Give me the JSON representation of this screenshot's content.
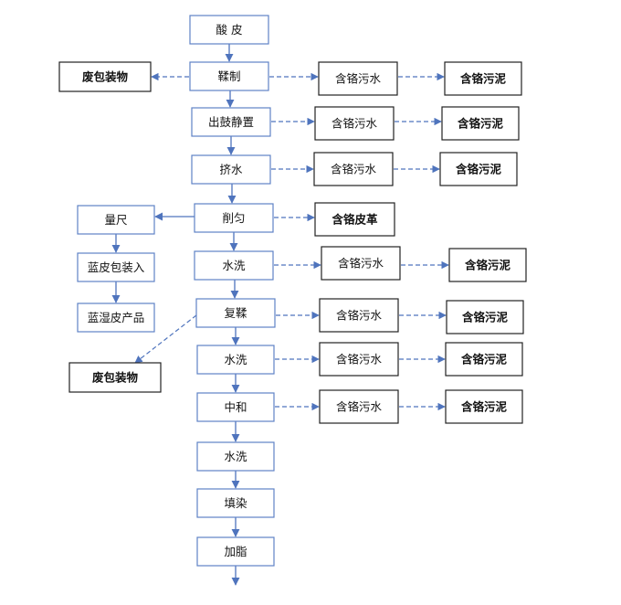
{
  "main_process": [
    {
      "id": "m1",
      "label": "酸 皮"
    },
    {
      "id": "m2",
      "label": "鞣制"
    },
    {
      "id": "m3",
      "label": "出鼓静置"
    },
    {
      "id": "m4",
      "label": "挤水"
    },
    {
      "id": "m5",
      "label": "削匀"
    },
    {
      "id": "m6",
      "label": "水洗"
    },
    {
      "id": "m7",
      "label": "复鞣"
    },
    {
      "id": "m8",
      "label": "水洗"
    },
    {
      "id": "m9",
      "label": "中和"
    },
    {
      "id": "m10",
      "label": "水洗"
    },
    {
      "id": "m11",
      "label": "填染"
    },
    {
      "id": "m12",
      "label": "加脂"
    }
  ],
  "wastewater": [
    {
      "id": "w2",
      "label": "含铬污水"
    },
    {
      "id": "w3",
      "label": "含铬污水"
    },
    {
      "id": "w4",
      "label": "含铬污水"
    },
    {
      "id": "w6",
      "label": "含铬污水"
    },
    {
      "id": "w7",
      "label": "含铬污水"
    },
    {
      "id": "w8",
      "label": "含铬污水"
    },
    {
      "id": "w9",
      "label": "含铬污水"
    }
  ],
  "sludge": [
    {
      "id": "s2",
      "label": "含铬污泥"
    },
    {
      "id": "s3",
      "label": "含铬污泥"
    },
    {
      "id": "s4",
      "label": "含铬污泥"
    },
    {
      "id": "s6",
      "label": "含铬污泥"
    },
    {
      "id": "s7",
      "label": "含铬污泥"
    },
    {
      "id": "s8",
      "label": "含铬污泥"
    },
    {
      "id": "s9",
      "label": "含铬污泥"
    }
  ],
  "leather_waste": {
    "id": "cr",
    "label": "含铬皮革"
  },
  "side_branch": [
    {
      "id": "b1",
      "label": "量尺"
    },
    {
      "id": "b2",
      "label": "蓝皮包装入"
    },
    {
      "id": "b3",
      "label": "蓝湿皮产品"
    }
  ],
  "packaging_waste": [
    {
      "id": "p1",
      "label": "废包装物"
    },
    {
      "id": "p2",
      "label": "废包装物"
    }
  ],
  "connections": [
    {
      "from": "m1",
      "to": "m2",
      "style": "solid"
    },
    {
      "from": "m2",
      "to": "m3",
      "style": "solid"
    },
    {
      "from": "m3",
      "to": "m4",
      "style": "solid"
    },
    {
      "from": "m4",
      "to": "m5",
      "style": "solid"
    },
    {
      "from": "m5",
      "to": "m6",
      "style": "solid"
    },
    {
      "from": "m6",
      "to": "m7",
      "style": "solid"
    },
    {
      "from": "m7",
      "to": "m8",
      "style": "solid"
    },
    {
      "from": "m8",
      "to": "m9",
      "style": "solid"
    },
    {
      "from": "m9",
      "to": "m10",
      "style": "solid"
    },
    {
      "from": "m10",
      "to": "m11",
      "style": "solid"
    },
    {
      "from": "m11",
      "to": "m12",
      "style": "solid"
    },
    {
      "from": "m12",
      "to": "",
      "style": "solid"
    },
    {
      "from": "m5",
      "to": "b1",
      "style": "solid"
    },
    {
      "from": "b1",
      "to": "b2",
      "style": "solid"
    },
    {
      "from": "b2",
      "to": "b3",
      "style": "solid"
    },
    {
      "from": "m2",
      "to": "p1",
      "style": "dashed"
    },
    {
      "from": "m7",
      "to": "p2",
      "style": "dashed"
    },
    {
      "from": "m2",
      "to": "w2",
      "style": "dashed"
    },
    {
      "from": "m3",
      "to": "w3",
      "style": "dashed"
    },
    {
      "from": "m4",
      "to": "w4",
      "style": "dashed"
    },
    {
      "from": "m5",
      "to": "cr",
      "style": "dashed"
    },
    {
      "from": "m6",
      "to": "w6",
      "style": "dashed"
    },
    {
      "from": "m7",
      "to": "w7",
      "style": "dashed"
    },
    {
      "from": "m8",
      "to": "w8",
      "style": "dashed"
    },
    {
      "from": "m9",
      "to": "w9",
      "style": "dashed"
    },
    {
      "from": "w2",
      "to": "s2",
      "style": "dashed"
    },
    {
      "from": "w3",
      "to": "s3",
      "style": "dashed"
    },
    {
      "from": "w4",
      "to": "s4",
      "style": "dashed"
    },
    {
      "from": "w6",
      "to": "s6",
      "style": "dashed"
    },
    {
      "from": "w7",
      "to": "s7",
      "style": "dashed"
    },
    {
      "from": "w8",
      "to": "s8",
      "style": "dashed"
    },
    {
      "from": "w9",
      "to": "s9",
      "style": "dashed"
    }
  ]
}
